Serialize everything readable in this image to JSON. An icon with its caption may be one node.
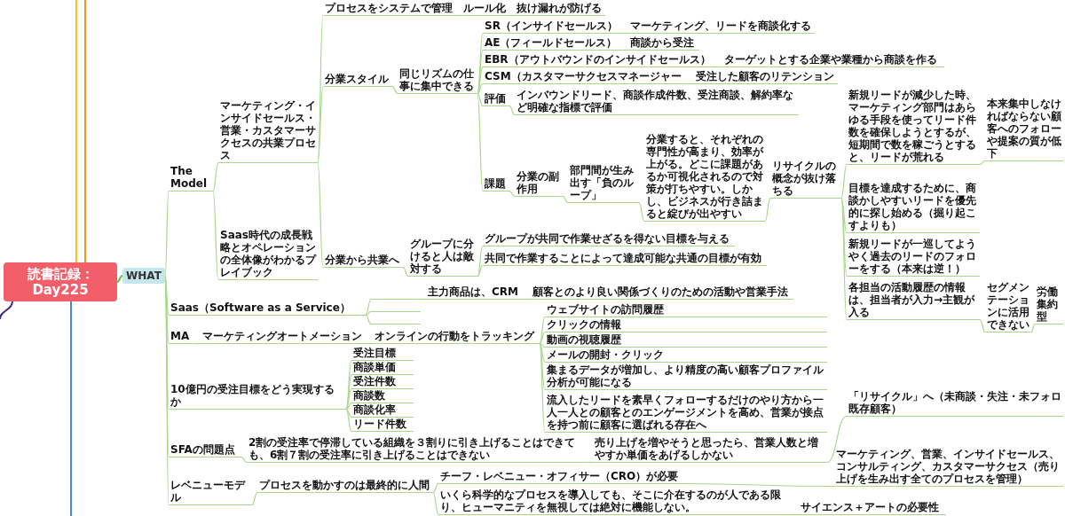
{
  "diagram": {
    "nodes": [
      {
        "text": [
          "読書記録：Day225"
        ]
      },
      {
        "text": [
          "WHAT"
        ]
      },
      {
        "text": [
          "The Model"
        ]
      },
      {
        "text": [
          "マーケティング・インサイドセールス・営業・カスタマーサクセスの共業プロセス"
        ]
      },
      {
        "text": [
          "プロセスをシステムで管理"
        ]
      },
      {
        "text": [
          "ルール化"
        ]
      },
      {
        "text": [
          "抜け漏れが防げる"
        ]
      },
      {
        "text": [
          "分業スタイル"
        ]
      },
      {
        "text": [
          "同じリズムの仕事に集中できる"
        ]
      },
      {
        "text": [
          "SR（インサイドセールス）"
        ]
      },
      {
        "text": [
          "マーケティング、リードを商談化する"
        ]
      },
      {
        "text": [
          "AE（フィールドセールス）"
        ]
      },
      {
        "text": [
          "商談から受注"
        ]
      },
      {
        "text": [
          "EBR（アウトバウンドのインサイドセールス）"
        ]
      },
      {
        "text": [
          "ターゲットとする企業や業種から商談を作る"
        ]
      },
      {
        "text": [
          "CSM（カスタマーサクセスマネージャー"
        ]
      },
      {
        "text": [
          "受注した顧客のリテンション"
        ]
      },
      {
        "text": [
          "評価"
        ]
      },
      {
        "text": [
          "インバウンドリード、商談作成件数、受注商談、解約率など明確な指標で評価"
        ]
      },
      {
        "text": [
          "課題"
        ]
      },
      {
        "text": [
          "分業の副作用"
        ]
      },
      {
        "text": [
          "部門間が生み出す「負のループ」"
        ]
      },
      {
        "text": [
          "分業すると、それぞれの専門性が高まり、効率が上がる。どこに課題があるか可視化されるので対策が打ちやすい。しかし、ビジネスが行き詰まると綻びが出やすい"
        ]
      },
      {
        "text": [
          "リサイクルの概念が抜け落ちる"
        ]
      },
      {
        "text": [
          "新規リードが減少した時、マーケティング部門はあらゆる手段を使ってリード件数を確保しようとするが、短期間で数を稼ごうとすると、リードが荒れる"
        ]
      },
      {
        "text": [
          "本来集中しなければならない顧客へのフォローや提案の質が低下"
        ]
      },
      {
        "text": [
          "目標を達成するために、商談かしやすいリードを優先的に探し始める（掘り起こすよりも）"
        ]
      },
      {
        "text": [
          "新規リードが一巡してようやく過去のリードのフォローをする（本来は逆！）"
        ]
      },
      {
        "text": [
          "各担当の活動履歴の情報は、担当者が入力→主観が入る"
        ]
      },
      {
        "text": [
          "セグメンテーションに活用できない"
        ]
      },
      {
        "text": [
          "労働集約型"
        ]
      },
      {
        "text": [
          "分業から共業へ"
        ]
      },
      {
        "text": [
          "グループに分けると人は敵対する"
        ]
      },
      {
        "text": [
          "グループが共同で作業せざるを得ない目標を与える"
        ]
      },
      {
        "text": [
          "共同で作業することによって達成可能な共通の目標が有効"
        ]
      },
      {
        "text": [
          "Saas時代の成長戦略とオペレーションの全体像がわかるプレイブック"
        ]
      },
      {
        "text": [
          "Saas（Software as a Service）"
        ]
      },
      {
        "text": [],
        "shape": "box"
      },
      {
        "text": [
          "主力商品は、CRM"
        ]
      },
      {
        "text": [
          "顧客とのより良い関係づくりのための活動や営業手法"
        ]
      },
      {
        "text": [],
        "shape": "box"
      },
      {
        "text": [],
        "shape": "box"
      },
      {
        "text": [
          "MA"
        ]
      },
      {
        "text": [
          "マーケティングオートメーション"
        ]
      },
      {
        "text": [
          "オンラインの行動をトラッキング"
        ]
      },
      {
        "text": [
          "ウェブサイトの訪問履歴"
        ]
      },
      {
        "text": [
          "クリックの情報"
        ]
      },
      {
        "text": [
          "動画の視聴履歴"
        ]
      },
      {
        "text": [
          "メールの開封・クリック"
        ]
      },
      {
        "text": [
          "集まるデータが増加し、より精度の高い顧客プロファイル分析が可能になる"
        ]
      },
      {
        "text": [
          "流入したリードを素早くフォローするだけのやり方から一人一人との顧客とのエンゲージメントを高め、営業が接点を持つ前に顧客に選ばれる存在へ"
        ]
      },
      {
        "text": [
          "10億円の受注目標をどう実現するか"
        ]
      },
      {
        "text": [
          "受注目標"
        ]
      },
      {
        "text": [
          "商談単価"
        ]
      },
      {
        "text": [
          "受注件数"
        ]
      },
      {
        "text": [
          "商談数"
        ]
      },
      {
        "text": [
          "商談化率"
        ]
      },
      {
        "text": [
          "リード件数"
        ]
      },
      {
        "text": [
          "SFAの問題点"
        ]
      },
      {
        "text": [
          "2割の受注率で停滞している組織を３割りに引き上げることはできても、6割７割の受注率に引き上げることはできない"
        ]
      },
      {
        "text": [
          "売り上げを増やそうと思ったら、営業人数と増やすか単価をあげるしかない"
        ]
      },
      {
        "text": [
          "「リサイクル」へ（未商談・失注・未フォロ既存顧客）"
        ]
      },
      {
        "text": [
          "レベニューモデル"
        ]
      },
      {
        "text": [
          "プロセスを動かすのは最終的に人間"
        ]
      },
      {
        "text": [
          "チーフ・レベニュー・オフィサー（CRO）が必要"
        ]
      },
      {
        "text": [
          "マーケティング、営業、インサイドセールス、コンサルティング、カスタマーサクセス（売り上げを生み出す全てのプロセスを管理）"
        ]
      },
      {
        "text": [
          "いくら科学的なプロセスを導入しても、そこに介在するのが人である限り、ヒューマニティを無視しては絶対に機能しない。"
        ]
      },
      {
        "text": [
          "サイエンス＋アートの必要性"
        ]
      }
    ],
    "edges": [
      {
        "from": 0,
        "to": 1,
        "arrow": "none",
        "color": "#6cbd45"
      },
      {
        "from": 1,
        "to": 2,
        "arrow": "none"
      },
      {
        "from": 2,
        "to": 3,
        "arrow": "none"
      },
      {
        "from": 3,
        "to": 4,
        "arrow": "none"
      },
      {
        "from": 4,
        "to": 5,
        "arrow": "none"
      },
      {
        "from": 5,
        "to": 6,
        "arrow": "none"
      },
      {
        "from": 3,
        "to": 7,
        "arrow": "none"
      },
      {
        "from": 7,
        "to": 8,
        "arrow": "none"
      },
      {
        "from": 8,
        "to": 9,
        "arrow": "none"
      },
      {
        "from": 9,
        "to": 10,
        "arrow": "none"
      },
      {
        "from": 8,
        "to": 11,
        "arrow": "none"
      },
      {
        "from": 11,
        "to": 12,
        "arrow": "none"
      },
      {
        "from": 8,
        "to": 13,
        "arrow": "none"
      },
      {
        "from": 13,
        "to": 14,
        "arrow": "none"
      },
      {
        "from": 8,
        "to": 15,
        "arrow": "none"
      },
      {
        "from": 15,
        "to": 16,
        "arrow": "none"
      },
      {
        "from": 8,
        "to": 17,
        "arrow": "none"
      },
      {
        "from": 17,
        "to": 18,
        "arrow": "none"
      },
      {
        "from": 8,
        "to": 19,
        "arrow": "none"
      },
      {
        "from": 19,
        "to": 20,
        "arrow": "none"
      },
      {
        "from": 20,
        "to": 21,
        "arrow": "none"
      },
      {
        "from": 21,
        "to": 22,
        "arrow": "none"
      },
      {
        "from": 22,
        "to": 23,
        "arrow": "none"
      },
      {
        "from": 23,
        "to": 24,
        "arrow": "none"
      },
      {
        "from": 24,
        "to": 25,
        "arrow": "none"
      },
      {
        "from": 23,
        "to": 26,
        "arrow": "none"
      },
      {
        "from": 23,
        "to": 27,
        "arrow": "none"
      },
      {
        "from": 23,
        "to": 28,
        "arrow": "none"
      },
      {
        "from": 28,
        "to": 29,
        "arrow": "none"
      },
      {
        "from": 29,
        "to": 30,
        "arrow": "none"
      },
      {
        "from": 3,
        "to": 31,
        "arrow": "none"
      },
      {
        "from": 31,
        "to": 32,
        "arrow": "none"
      },
      {
        "from": 32,
        "to": 33,
        "arrow": "none"
      },
      {
        "from": 32,
        "to": 34,
        "arrow": "none"
      },
      {
        "from": 2,
        "to": 35,
        "arrow": "none"
      },
      {
        "from": 1,
        "to": 36,
        "arrow": "none"
      },
      {
        "from": 36,
        "to": 37,
        "arrow": "none"
      },
      {
        "from": 37,
        "to": 38,
        "arrow": "none"
      },
      {
        "from": 38,
        "to": 39,
        "arrow": "none"
      },
      {
        "from": 36,
        "to": 40,
        "arrow": "none"
      },
      {
        "from": 36,
        "to": 41,
        "arrow": "none"
      },
      {
        "from": 1,
        "to": 42,
        "arrow": "none"
      },
      {
        "from": 42,
        "to": 43,
        "arrow": "none"
      },
      {
        "from": 43,
        "to": 44,
        "arrow": "none"
      },
      {
        "from": 44,
        "to": 45,
        "arrow": "none"
      },
      {
        "from": 44,
        "to": 46,
        "arrow": "none"
      },
      {
        "from": 44,
        "to": 47,
        "arrow": "none"
      },
      {
        "from": 44,
        "to": 48,
        "arrow": "none"
      },
      {
        "from": 44,
        "to": 49,
        "arrow": "none"
      },
      {
        "from": 44,
        "to": 50,
        "arrow": "none"
      },
      {
        "from": 1,
        "to": 51,
        "arrow": "none"
      },
      {
        "from": 51,
        "to": 52,
        "arrow": "none"
      },
      {
        "from": 51,
        "to": 53,
        "arrow": "none"
      },
      {
        "from": 51,
        "to": 54,
        "arrow": "none"
      },
      {
        "from": 51,
        "to": 55,
        "arrow": "none"
      },
      {
        "from": 51,
        "to": 56,
        "arrow": "none"
      },
      {
        "from": 51,
        "to": 57,
        "arrow": "none"
      },
      {
        "from": 1,
        "to": 58,
        "arrow": "none"
      },
      {
        "from": 58,
        "to": 59,
        "arrow": "none"
      },
      {
        "from": 59,
        "to": 60,
        "arrow": "none"
      },
      {
        "from": 60,
        "to": 61,
        "arrow": "none"
      },
      {
        "from": 1,
        "to": 62,
        "arrow": "none"
      },
      {
        "from": 62,
        "to": 63,
        "arrow": "none"
      },
      {
        "from": 63,
        "to": 64,
        "arrow": "none"
      },
      {
        "from": 64,
        "to": 65,
        "arrow": "none"
      },
      {
        "from": 63,
        "to": 66,
        "arrow": "none"
      },
      {
        "from": 66,
        "to": 67,
        "arrow": "none"
      },
      {
        "from": 0,
        "to": null,
        "arrow": "none",
        "color": "#f7941d"
      },
      {
        "from": 0,
        "to": null,
        "arrow": "none",
        "color": "#f8c21c"
      },
      {
        "from": 0,
        "to": null,
        "arrow": "none",
        "color": "#3a2e8c"
      },
      {
        "from": 0,
        "to": null,
        "arrow": "none",
        "color": "#4a86d8"
      }
    ]
  }
}
